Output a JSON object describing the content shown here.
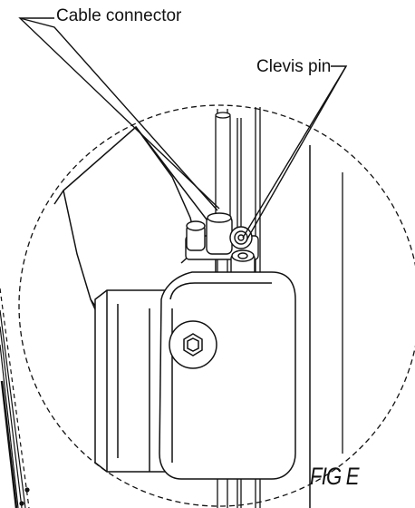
{
  "figure": {
    "id_label": "FIG E",
    "callouts": {
      "cable_connector": "Cable connector",
      "clevis_pin": "Clevis pin"
    }
  },
  "colors": {
    "line": "#111111",
    "background": "#ffffff",
    "shade": "#e6e6e6"
  }
}
